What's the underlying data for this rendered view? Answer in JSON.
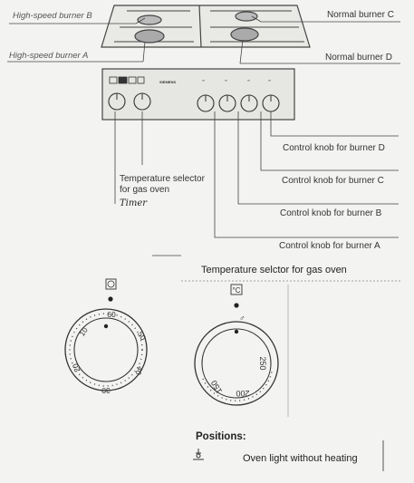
{
  "burners": {
    "high_b": "High-speed burner B",
    "high_a": "High-speed burner A",
    "normal_c": "Normal burner C",
    "normal_d": "Normal burner D"
  },
  "control_panel": {
    "brand": "SIEMENS"
  },
  "callouts": {
    "knob_d": "Control knob for burner D",
    "knob_c": "Control knob for burner C",
    "knob_b": "Control knob for burner B",
    "knob_a": "Control knob for burner A",
    "temp_selector": "Temperature selector\nfor gas oven",
    "timer": "Timer"
  },
  "section_title": "Temperature selctor for gas oven",
  "timer_dial": {
    "symbol": "clock-icon",
    "ticks": [
      "60",
      "50",
      "40",
      "30",
      "20",
      "10"
    ]
  },
  "temp_dial": {
    "symbol": "thermometer-icon",
    "ticks": [
      "250",
      "200",
      "150"
    ]
  },
  "positions": {
    "heading": "Positions:",
    "item_label": "Oven light without heating",
    "item_icon": "oven-light-icon"
  }
}
